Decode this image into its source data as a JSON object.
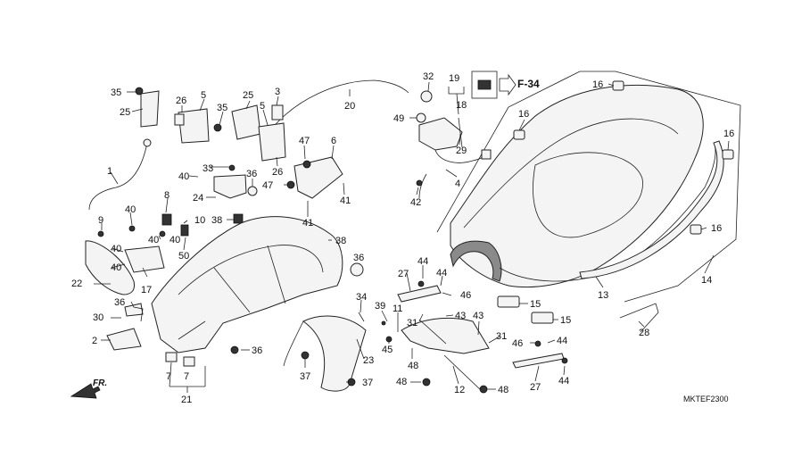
{
  "diagram_code": "MKTEF2300",
  "reference": "F-34",
  "front_marker": "FR.",
  "callouts": [
    {
      "id": "c35a",
      "text": "35"
    },
    {
      "id": "c25a",
      "text": "25"
    },
    {
      "id": "c1",
      "text": "1"
    },
    {
      "id": "c26a",
      "text": "26"
    },
    {
      "id": "c5a",
      "text": "5"
    },
    {
      "id": "c35b",
      "text": "35"
    },
    {
      "id": "c25b",
      "text": "25"
    },
    {
      "id": "c5b",
      "text": "5"
    },
    {
      "id": "c3",
      "text": "3"
    },
    {
      "id": "c20",
      "text": "20"
    },
    {
      "id": "c26b",
      "text": "26"
    },
    {
      "id": "c33",
      "text": "33"
    },
    {
      "id": "c40a",
      "text": "40"
    },
    {
      "id": "c36a",
      "text": "36"
    },
    {
      "id": "c24",
      "text": "24"
    },
    {
      "id": "c47a",
      "text": "47"
    },
    {
      "id": "c6",
      "text": "6"
    },
    {
      "id": "c47b",
      "text": "47"
    },
    {
      "id": "c41a",
      "text": "41"
    },
    {
      "id": "c41b",
      "text": "41"
    },
    {
      "id": "c38a",
      "text": "38"
    },
    {
      "id": "c9",
      "text": "9"
    },
    {
      "id": "c40b",
      "text": "40"
    },
    {
      "id": "c8",
      "text": "8"
    },
    {
      "id": "c10",
      "text": "10"
    },
    {
      "id": "c40c",
      "text": "40"
    },
    {
      "id": "c40d",
      "text": "40"
    },
    {
      "id": "c50",
      "text": "50"
    },
    {
      "id": "c40e",
      "text": "40"
    },
    {
      "id": "c40f",
      "text": "40"
    },
    {
      "id": "c22",
      "text": "22"
    },
    {
      "id": "c17",
      "text": "17"
    },
    {
      "id": "c38b",
      "text": "38"
    },
    {
      "id": "c36b",
      "text": "36"
    },
    {
      "id": "c30",
      "text": "30"
    },
    {
      "id": "c36c",
      "text": "36"
    },
    {
      "id": "c2",
      "text": "2"
    },
    {
      "id": "c34",
      "text": "34"
    },
    {
      "id": "c36d",
      "text": "36"
    },
    {
      "id": "c7a",
      "text": "7"
    },
    {
      "id": "c7b",
      "text": "7"
    },
    {
      "id": "c21",
      "text": "21"
    },
    {
      "id": "c37a",
      "text": "37"
    },
    {
      "id": "c23",
      "text": "23"
    },
    {
      "id": "c37b",
      "text": "37"
    },
    {
      "id": "c32",
      "text": "32"
    },
    {
      "id": "c19",
      "text": "19"
    },
    {
      "id": "c18",
      "text": "18"
    },
    {
      "id": "c49",
      "text": "49"
    },
    {
      "id": "c29",
      "text": "29"
    },
    {
      "id": "c4",
      "text": "4"
    },
    {
      "id": "c42",
      "text": "42"
    },
    {
      "id": "c16a",
      "text": "16"
    },
    {
      "id": "c16b",
      "text": "16"
    },
    {
      "id": "c16c",
      "text": "16"
    },
    {
      "id": "c16d",
      "text": "16"
    },
    {
      "id": "c27a",
      "text": "27"
    },
    {
      "id": "c44a",
      "text": "44"
    },
    {
      "id": "c44b",
      "text": "44"
    },
    {
      "id": "c46a",
      "text": "46"
    },
    {
      "id": "c39",
      "text": "39"
    },
    {
      "id": "c11",
      "text": "11"
    },
    {
      "id": "c45",
      "text": "45"
    },
    {
      "id": "c31a",
      "text": "31"
    },
    {
      "id": "c43a",
      "text": "43"
    },
    {
      "id": "c43b",
      "text": "43"
    },
    {
      "id": "c48a",
      "text": "48"
    },
    {
      "id": "c31b",
      "text": "31"
    },
    {
      "id": "c46b",
      "text": "46"
    },
    {
      "id": "c44c",
      "text": "44"
    },
    {
      "id": "c48b",
      "text": "48"
    },
    {
      "id": "c12",
      "text": "12"
    },
    {
      "id": "c48c",
      "text": "48"
    },
    {
      "id": "c27b",
      "text": "27"
    },
    {
      "id": "c44d",
      "text": "44"
    },
    {
      "id": "c15a",
      "text": "15"
    },
    {
      "id": "c15b",
      "text": "15"
    },
    {
      "id": "c13",
      "text": "13"
    },
    {
      "id": "c14",
      "text": "14"
    },
    {
      "id": "c28",
      "text": "28"
    }
  ]
}
